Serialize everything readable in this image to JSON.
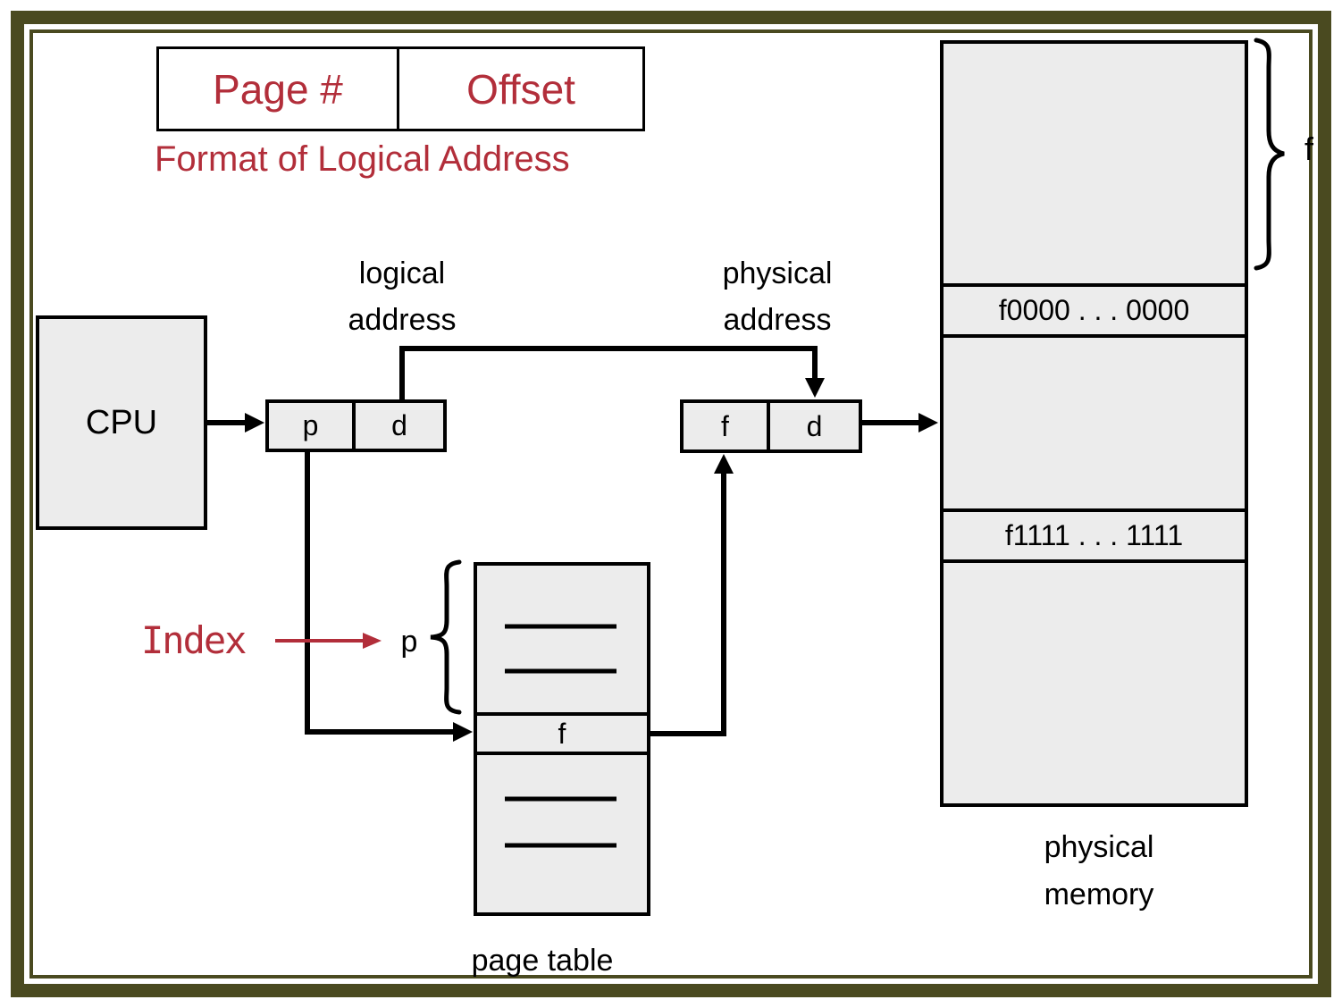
{
  "colors": {
    "accent_red": "#b22e3a",
    "frame_olive": "#4a4a20",
    "box_fill": "#ececec",
    "line_black": "#000000"
  },
  "format_box": {
    "page_label": "Page #",
    "offset_label": "Offset",
    "caption": "Format of Logical Address"
  },
  "cpu": {
    "label": "CPU"
  },
  "logical_address": {
    "label_line1": "logical",
    "label_line2": "address",
    "p_cell": "p",
    "d_cell": "d"
  },
  "physical_address": {
    "label_line1": "physical",
    "label_line2": "address",
    "f_cell": "f",
    "d_cell": "d"
  },
  "index_annotation": {
    "label": "Index",
    "p_label": "p"
  },
  "page_table": {
    "f_entry": "f",
    "caption": "page table"
  },
  "physical_memory": {
    "frame_row_top": "f0000 . . . 0000",
    "frame_row_bottom": "f1111 . . . 1111",
    "frame_size_label": "f",
    "caption_line1": "physical",
    "caption_line2": "memory"
  }
}
